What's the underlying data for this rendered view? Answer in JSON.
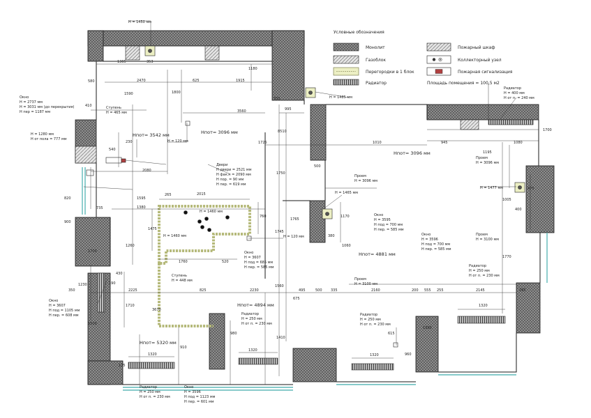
{
  "legend": {
    "title": "Условные обозначения",
    "monolith": "Монолит",
    "gasblock": "Газоблок",
    "partitions": "Перегородки в 1 блок",
    "radiator": "Радиатор",
    "fire_cabinet": "Пожарный шкаф",
    "collector": "Коллекторный узел",
    "fire_alarm": "Пожарная сигнализация",
    "area": "Площадь помещения = 100,5 м2"
  },
  "colors": {
    "monolith": "#8c8c8c",
    "gasblock": "#bdbdbd",
    "partition": "#ecefc4",
    "wall_line": "#1a1a1a",
    "window": "#5fb8b8",
    "alarm": "#b04040"
  },
  "heights": {
    "h1": "Hпот= 3542 мм",
    "h2": "Hпот= 3096 мм",
    "h3": "Hпот= 3096 мм",
    "h4": "Hпот= 4881 мм",
    "h5": "Hпот= 4894 мм",
    "h6": "Hпот= 5320 мм"
  },
  "notes": {
    "n_top": "H = 1450 мм",
    "okno1": [
      "Окно",
      "H = 2737 мм",
      "H = 3031 мм (до перекрытия)",
      "H пер = 1187 мм"
    ],
    "step1": [
      "Ступень",
      "H = 465 мм"
    ],
    "floor1": [
      "H = 1280 мм",
      "H от пола = 777 мм"
    ],
    "h120a": "H = 120 мм",
    "h1485": "H = 1485 мм",
    "rad_tr": [
      "Радиатор",
      "H = 400 мм",
      "H от п. = 240 мм"
    ],
    "proem1": [
      "Проем",
      "H = 3096 мм"
    ],
    "proem2": [
      "Проем",
      "H = 3096 мм"
    ],
    "h1477": "H = 1477 мм",
    "dveri": [
      "Двери",
      "H двери = 2521 мм",
      "H фак.н = 2090 мм",
      "H пор. = 90 мм",
      "H пер. = 619 мм"
    ],
    "h1465": "H = 1465 мм",
    "okno_mid": [
      "Окно",
      "H = 3595",
      "H под = 700 мм",
      "H пер. = 585 мм"
    ],
    "okno_r": [
      "Окно",
      "H = 3596",
      "H под = 700 мм",
      "H пер. = 585 мм"
    ],
    "proem3": [
      "Проем",
      "H = 3100 мм"
    ],
    "h1460a": "H = 1460 мм",
    "h1460b": "H = 1460 мм",
    "h120b": "H = 120 мм",
    "okno_c": [
      "Окно",
      "H = 3607",
      "H под = 685 мм",
      "H пер. = 585 мм"
    ],
    "step2": [
      "Ступень",
      "H = 448 мм"
    ],
    "rad_r": [
      "Радиатор",
      "H = 250 мм",
      "H от п. = 230 мм"
    ],
    "proem4": [
      "Проем",
      "H = 3100 мм"
    ],
    "okno_l": [
      "Окно",
      "H = 3607",
      "H под = 1105 мм",
      "H пер. = 608 мм"
    ],
    "rad_c1": [
      "Радиатор",
      "H = 250 мм",
      "H от п. = 230 мм"
    ],
    "rad_c2": [
      "Радиатор",
      "H = 250 мм",
      "H от п. = 230 мм"
    ],
    "rad_b": [
      "Радиатор",
      "H = 250 мм",
      "H от п. = 230 мм"
    ],
    "okno_b": [
      "Окно",
      "H = 3596",
      "H под = 1123 мм",
      "H пер. = 601 мм"
    ]
  },
  "dims": {
    "d1305": "1305",
    "d353": "353",
    "d580": "580",
    "d2470": "2470",
    "d625": "625",
    "d1915": "1915",
    "d1180": "1180",
    "d410": "410",
    "d1590": "1590",
    "d1800": "1800",
    "d3560": "3560",
    "d335": "335",
    "d995": "995",
    "d8510": "8510",
    "d1725": "1725",
    "d1700": "1700",
    "d1010": "1010",
    "d945": "945",
    "d1080": "1080",
    "d540": "540",
    "d230": "230",
    "d500": "500",
    "d2080": "2080",
    "d1195": "1195",
    "d1005": "1005",
    "d400": "400",
    "d475": "475",
    "d1595": "1595",
    "d265": "265",
    "d2015": "2015",
    "d735": "735",
    "d1380": "1380",
    "d1765": "1765",
    "d1475": "1475",
    "d760": "760",
    "d1745": "1745",
    "d1060": "1060",
    "d380": "380",
    "d1170": "1170",
    "d1260": "1260",
    "d520": "520",
    "d1760": "1760",
    "d1770": "1770",
    "d1700b": "1700",
    "d430": "430",
    "d190": "190",
    "d350": "350",
    "d1230": "1230",
    "d2225": "2225",
    "d825": "825",
    "d2230": "2230",
    "d495": "495",
    "d500b": "500",
    "d335b": "335",
    "d2160": "2160",
    "d200": "200",
    "d555": "555",
    "d255": "255",
    "d2145": "2145",
    "d295": "295",
    "d1320a": "1320",
    "d1320b": "1320",
    "d1320c": "1320",
    "d1320d": "1320",
    "d1710": "1710",
    "d1500": "1500",
    "d675": "675",
    "d3670": "3670",
    "d175": "175",
    "d910": "910",
    "d1410": "1410",
    "d980": "980",
    "d1390": "1390",
    "d1750": "1750",
    "d615": "615",
    "d960": "960",
    "d820": "820",
    "d900": "900",
    "d1560": "1560"
  }
}
